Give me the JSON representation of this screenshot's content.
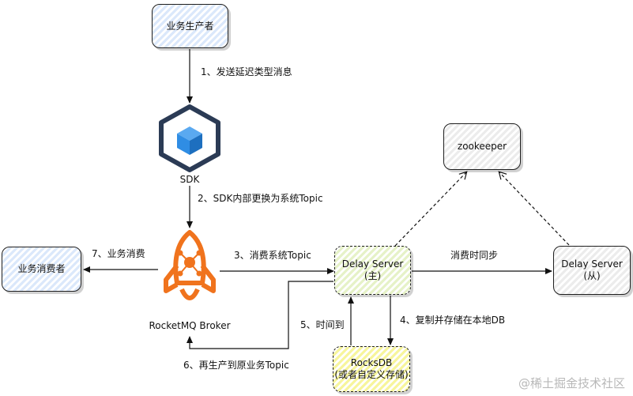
{
  "nodes": {
    "producer": "业务生产者",
    "sdk": "SDK",
    "broker": "RocketMQ Broker",
    "consumer": "业务消费者",
    "zookeeper": "zookeeper",
    "delay_master_line1": "Delay Server",
    "delay_master_line2": "(主)",
    "delay_slave_line1": "Delay Server",
    "delay_slave_line2": "(从)",
    "rocksdb_line1": "RocksDB",
    "rocksdb_line2": "(或者自定义存储)"
  },
  "edges": {
    "step1": "1、发送延迟类型消息",
    "step2": "2、SDK内部更换为系统Topic",
    "step3": "3、消费系统Topic",
    "step4": "4、复制并存储在本地DB",
    "step5": "5、时间到",
    "step6": "6、再生产到原业务Topic",
    "step7": "7、业务消费",
    "sync": "消费时同步"
  },
  "colors": {
    "blue_fill": "#dbe8fb",
    "green_fill": "#e6f2c8",
    "yellow_fill": "#f7f59c",
    "grey_fill": "#ececec",
    "sdk_cube": "#2f8de4",
    "broker_orange": "#f0731d"
  },
  "icons": {
    "sdk": "cube-icon",
    "broker": "rocket-icon"
  },
  "watermark": "@稀土掘金技术社区"
}
